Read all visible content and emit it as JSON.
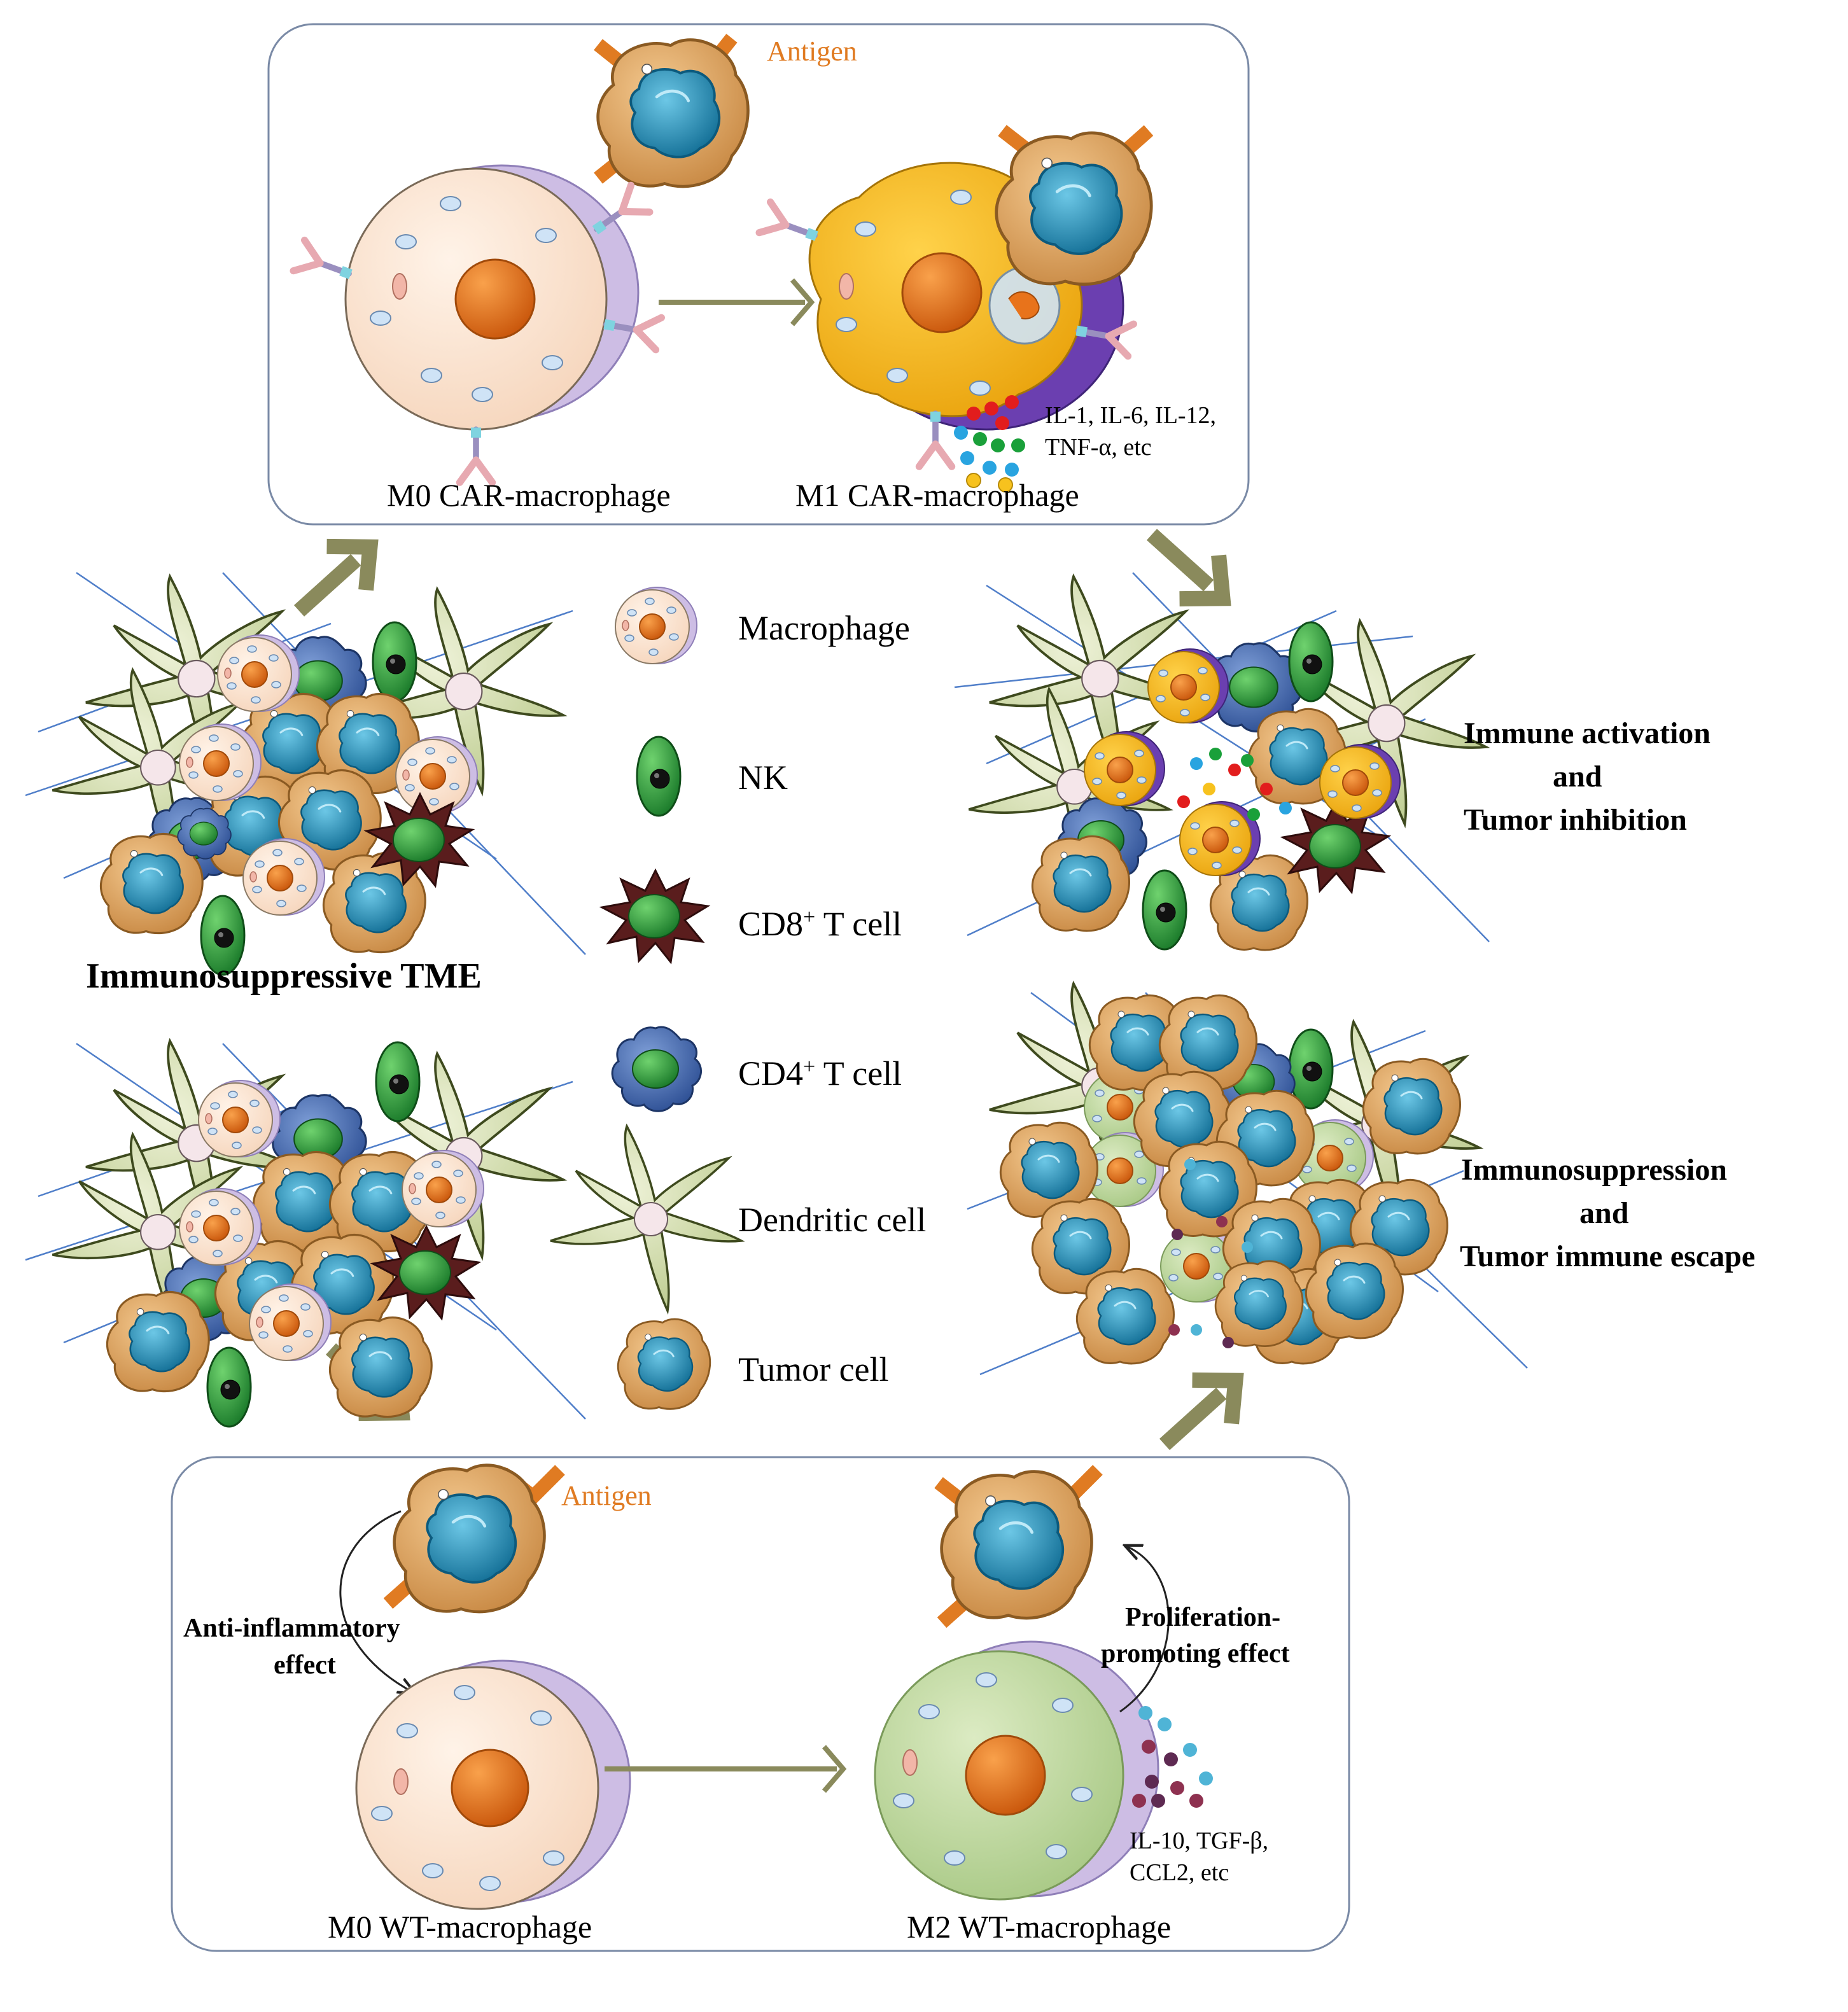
{
  "top_panel": {
    "antigen_label": "Antigen",
    "m0_label": "M0 CAR-macrophage",
    "m1_label": "M1 CAR-macrophage",
    "cytokines_line1": "IL-1, IL-6, IL-12,",
    "cytokines_line2": "TNF-α, etc"
  },
  "bottom_panel": {
    "antigen_label": "Antigen",
    "m0_label": "M0 WT-macrophage",
    "m2_label": "M2 WT-macrophage",
    "anti_inflammatory_line1": "Anti-inflammatory",
    "anti_inflammatory_line2": "effect",
    "proliferation_line1": "Proliferation-",
    "proliferation_line2": "promoting effect",
    "cytokines_line1": "IL-10, TGF-β,",
    "cytokines_line2": "CCL2, etc"
  },
  "tme_label": "Immunosuppressive TME",
  "outcome_activation": {
    "line1": "Immune activation",
    "line2": "and",
    "line3": "Tumor inhibition"
  },
  "outcome_suppression": {
    "line1": "Immunosuppression",
    "line2": "and",
    "line3": "Tumor immune escape"
  },
  "legend": {
    "macrophage": "Macrophage",
    "nk": "NK",
    "cd8_prefix": "CD8",
    "cd8_sup": "+",
    "cd8_suffix": " T cell",
    "cd4_prefix": "CD4",
    "cd4_sup": "+",
    "cd4_suffix": " T cell",
    "dendritic": "Dendritic cell",
    "tumor": "Tumor cell"
  },
  "colors": {
    "arrow": "#8a8a5c",
    "antigen": "#e07b22",
    "panel_border": "#7a8aa6",
    "tumor_body": "#e3a868",
    "tumor_nucleus": "#1e8fb5",
    "macrophage_body": "#fbe3d0",
    "m1_body": "#f6b81e",
    "m2_body": "#c8dfa8",
    "nucleus_orange": "#e8731b",
    "nk": "#2fa33c",
    "cd8": "#5a1d1d",
    "cd4": "#4a72b8",
    "dendritic": "#d6e0b4",
    "membrane_purple": "#b9a6d8",
    "vessel_line": "#4f7ec9"
  }
}
